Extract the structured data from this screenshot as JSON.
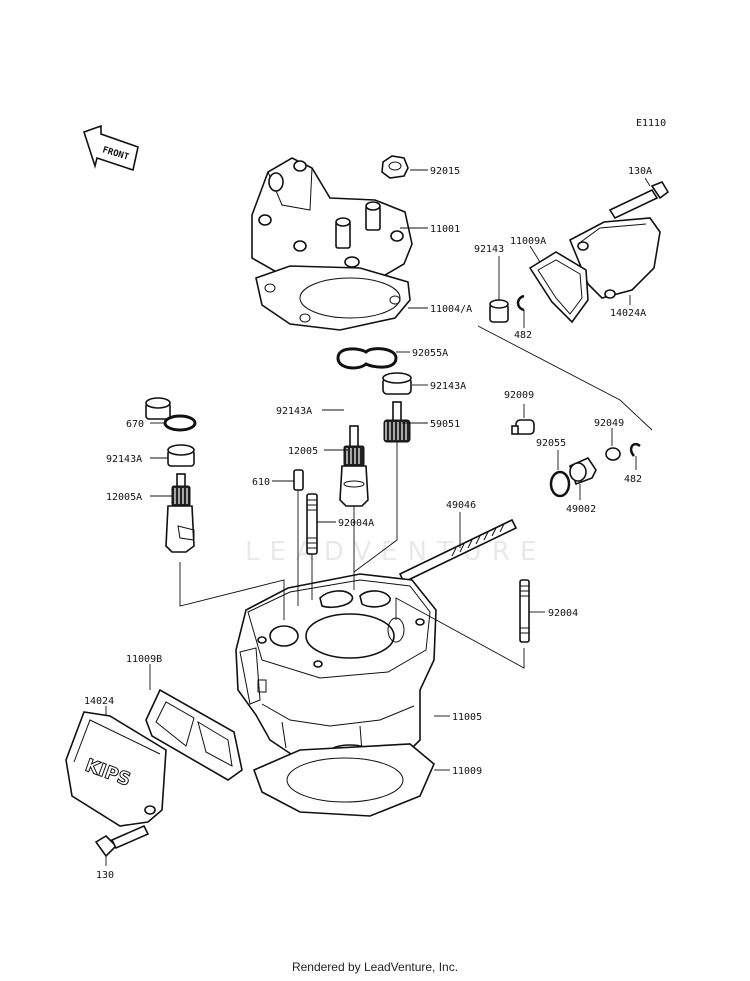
{
  "diagram_code": "E1110",
  "front_label": "FRONT",
  "watermark": "LEADVENTURE",
  "cover_logo": "KIPS",
  "footer": "Rendered by LeadVenture, Inc.",
  "labels": {
    "p92015": "92015",
    "p11001": "11001",
    "p11004A": "11004/A",
    "p92055A": "92055A",
    "p92143A_r": "92143A",
    "p92143A_m": "92143A",
    "p59051": "59051",
    "p12005": "12005",
    "p610": "610",
    "p92004A": "92004A",
    "p670": "670",
    "p92143A_l": "92143A",
    "p12005A": "12005A",
    "p130A": "130A",
    "p11009A": "11009A",
    "p92143": "92143",
    "p482_t": "482",
    "p14024A": "14024A",
    "p92009": "92009",
    "p92049": "92049",
    "p92055": "92055",
    "p482_b": "482",
    "p49002": "49002",
    "p49046": "49046",
    "p92004": "92004",
    "p11009B": "11009B",
    "p14024": "14024",
    "p11005": "11005",
    "p11009": "11009",
    "p130": "130"
  }
}
